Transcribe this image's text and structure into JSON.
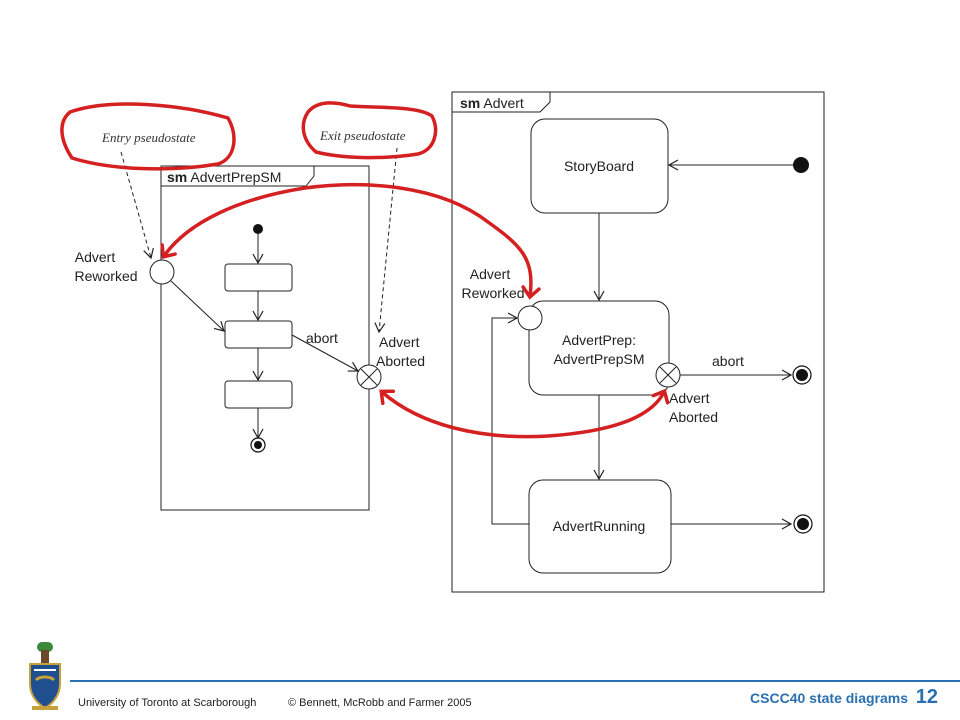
{
  "notes": {
    "entry": "Entry pseudostate",
    "exit": "Exit pseudostate"
  },
  "advert_prep_sm": {
    "frame_keyword": "sm",
    "frame_name": "AdvertPrepSM",
    "entry_label_1": "Advert",
    "entry_label_2": "Reworked",
    "abort_label": "abort",
    "exit_label_1": "Advert",
    "exit_label_2": "Aborted"
  },
  "advert_sm": {
    "frame_keyword": "sm",
    "frame_name": "Advert",
    "storyboard": "StoryBoard",
    "advert_prep_1": "AdvertPrep:",
    "advert_prep_2": "AdvertPrepSM",
    "advert_running": "AdvertRunning",
    "entry_label_1": "Advert",
    "entry_label_2": "Reworked",
    "exit_label_1": "Advert",
    "exit_label_2": "Aborted",
    "abort_label": "abort"
  },
  "footer": {
    "university": "University of Toronto at Scarborough",
    "copyright": "© Bennett, McRobb and Farmer 2005",
    "course": "CSCC40   state diagrams",
    "slide_number": "12"
  },
  "colors": {
    "annotation_red": "#d42020",
    "accent_blue": "#2a6fb0"
  }
}
